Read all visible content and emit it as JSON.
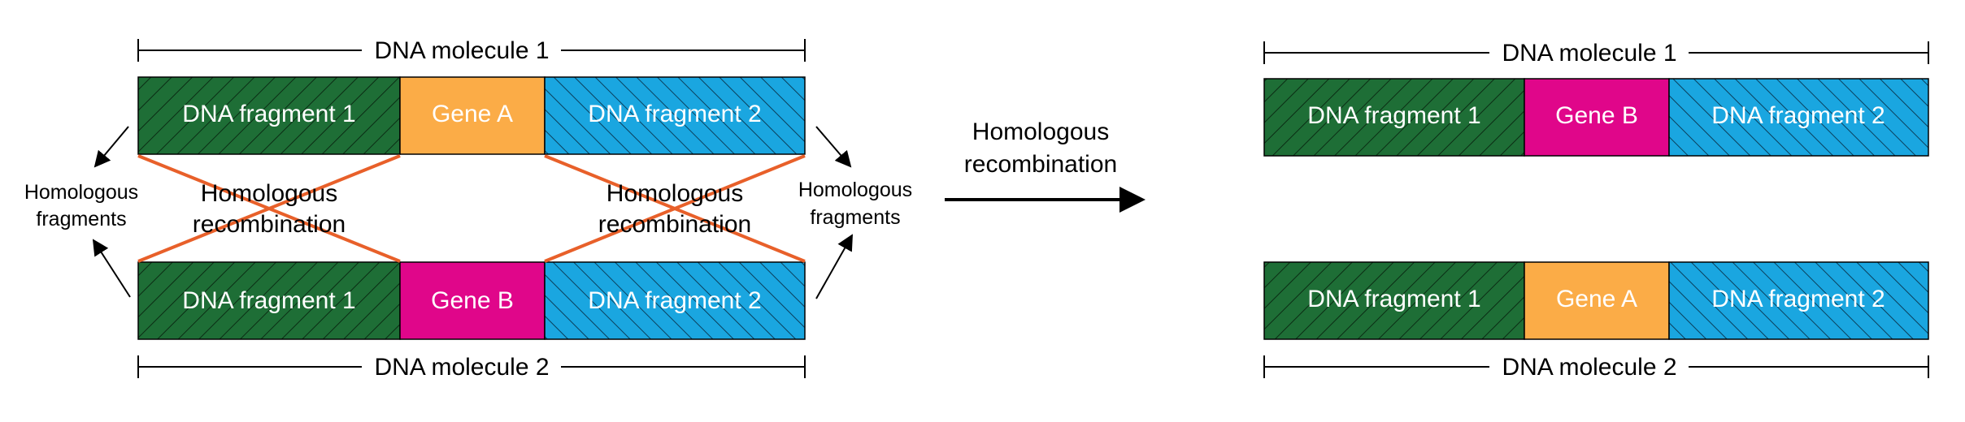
{
  "colors": {
    "fragment1": "#1e6e36",
    "fragment2": "#1aa6e0",
    "geneA": "#fbac47",
    "geneB": "#e0068a",
    "crossover": "#e8602a"
  },
  "left": {
    "molecule1": {
      "label": "DNA molecule 1",
      "segments": [
        "DNA fragment 1",
        "Gene A",
        "DNA fragment 2"
      ]
    },
    "molecule2": {
      "label": "DNA molecule 2",
      "segments": [
        "DNA fragment 1",
        "Gene B",
        "DNA fragment 2"
      ]
    },
    "crossover_left": [
      "Homologous",
      "recombination"
    ],
    "crossover_right": [
      "Homologous",
      "recombination"
    ],
    "side_left": [
      "Homologous",
      "fragments"
    ],
    "side_right": [
      "Homologous",
      "fragments"
    ]
  },
  "process_arrow": {
    "label": [
      "Homologous",
      "recombination"
    ]
  },
  "right": {
    "molecule1": {
      "label": "DNA molecule 1",
      "segments": [
        "DNA fragment 1",
        "Gene B",
        "DNA fragment 2"
      ]
    },
    "molecule2": {
      "label": "DNA molecule 2",
      "segments": [
        "DNA fragment 1",
        "Gene A",
        "DNA fragment 2"
      ]
    }
  }
}
